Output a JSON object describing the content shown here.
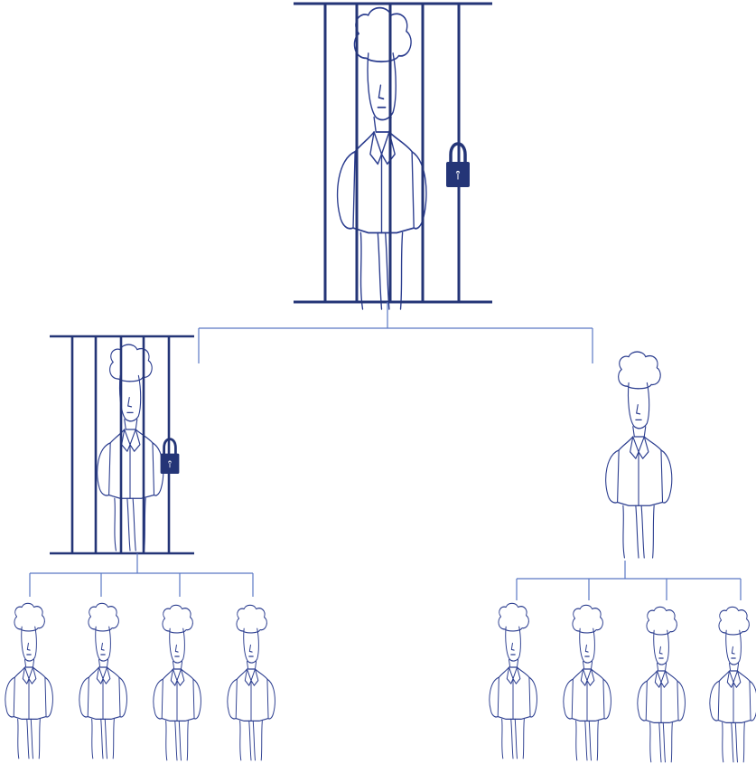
{
  "colors": {
    "line": "#2b3d8f",
    "bar": "#243577",
    "connector": "#5a78c4",
    "lock": "#243577",
    "background": "#ffffff"
  },
  "diagram": {
    "type": "hierarchy",
    "root": {
      "role": "person",
      "jailed": true,
      "children": [
        {
          "role": "person",
          "jailed": true,
          "children": [
            {
              "role": "person",
              "jailed": false
            },
            {
              "role": "person",
              "jailed": false
            },
            {
              "role": "person",
              "jailed": false
            },
            {
              "role": "person",
              "jailed": false
            }
          ]
        },
        {
          "role": "person",
          "jailed": false,
          "children": [
            {
              "role": "person",
              "jailed": false
            },
            {
              "role": "person",
              "jailed": false
            },
            {
              "role": "person",
              "jailed": false
            },
            {
              "role": "person",
              "jailed": false
            }
          ]
        }
      ]
    }
  },
  "icons": {
    "person": "person-in-suit-icon",
    "cell": "jail-bars-icon",
    "lock": "padlock-icon"
  }
}
